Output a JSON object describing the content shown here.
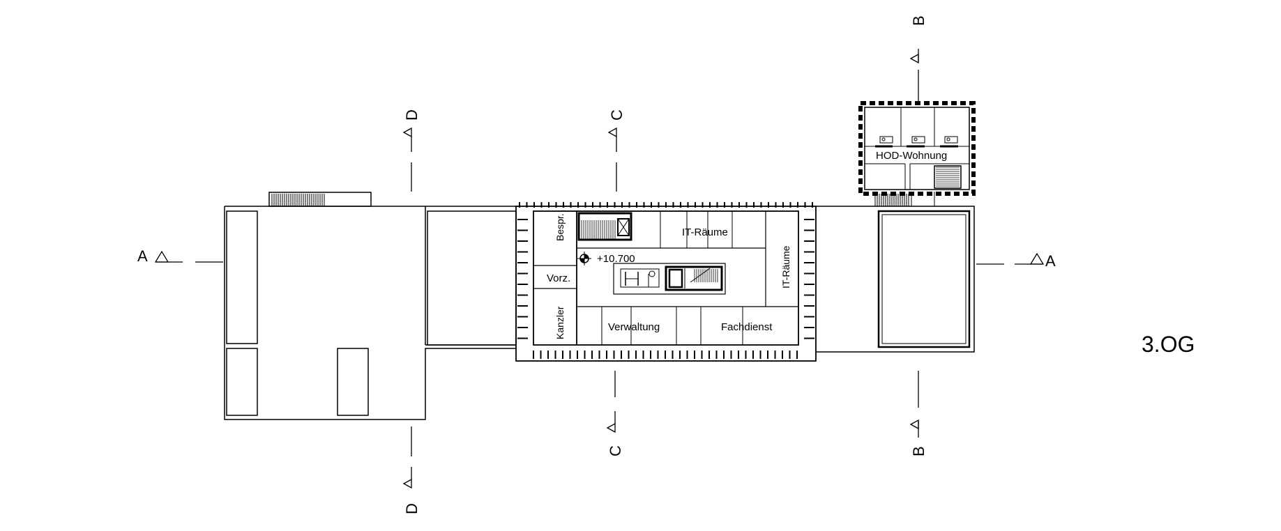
{
  "plan": {
    "floor_label": "3.OG",
    "elevation": "+10.700",
    "rooms": {
      "bespr": "Bespr.",
      "vorz": "Vorz.",
      "kanzler": "Kanzler",
      "it_top": "IT-Räume",
      "it_right": "IT-Räume",
      "verwaltung": "Verwaltung",
      "fachdienst": "Fachdienst",
      "hod": "HOD-Wohnung"
    },
    "sections": {
      "a_left": "A",
      "a_right": "A",
      "b_top": "B",
      "b_bottom": "B",
      "c_top": "C",
      "c_bottom": "C",
      "d_top": "D",
      "d_bottom": "D"
    }
  }
}
